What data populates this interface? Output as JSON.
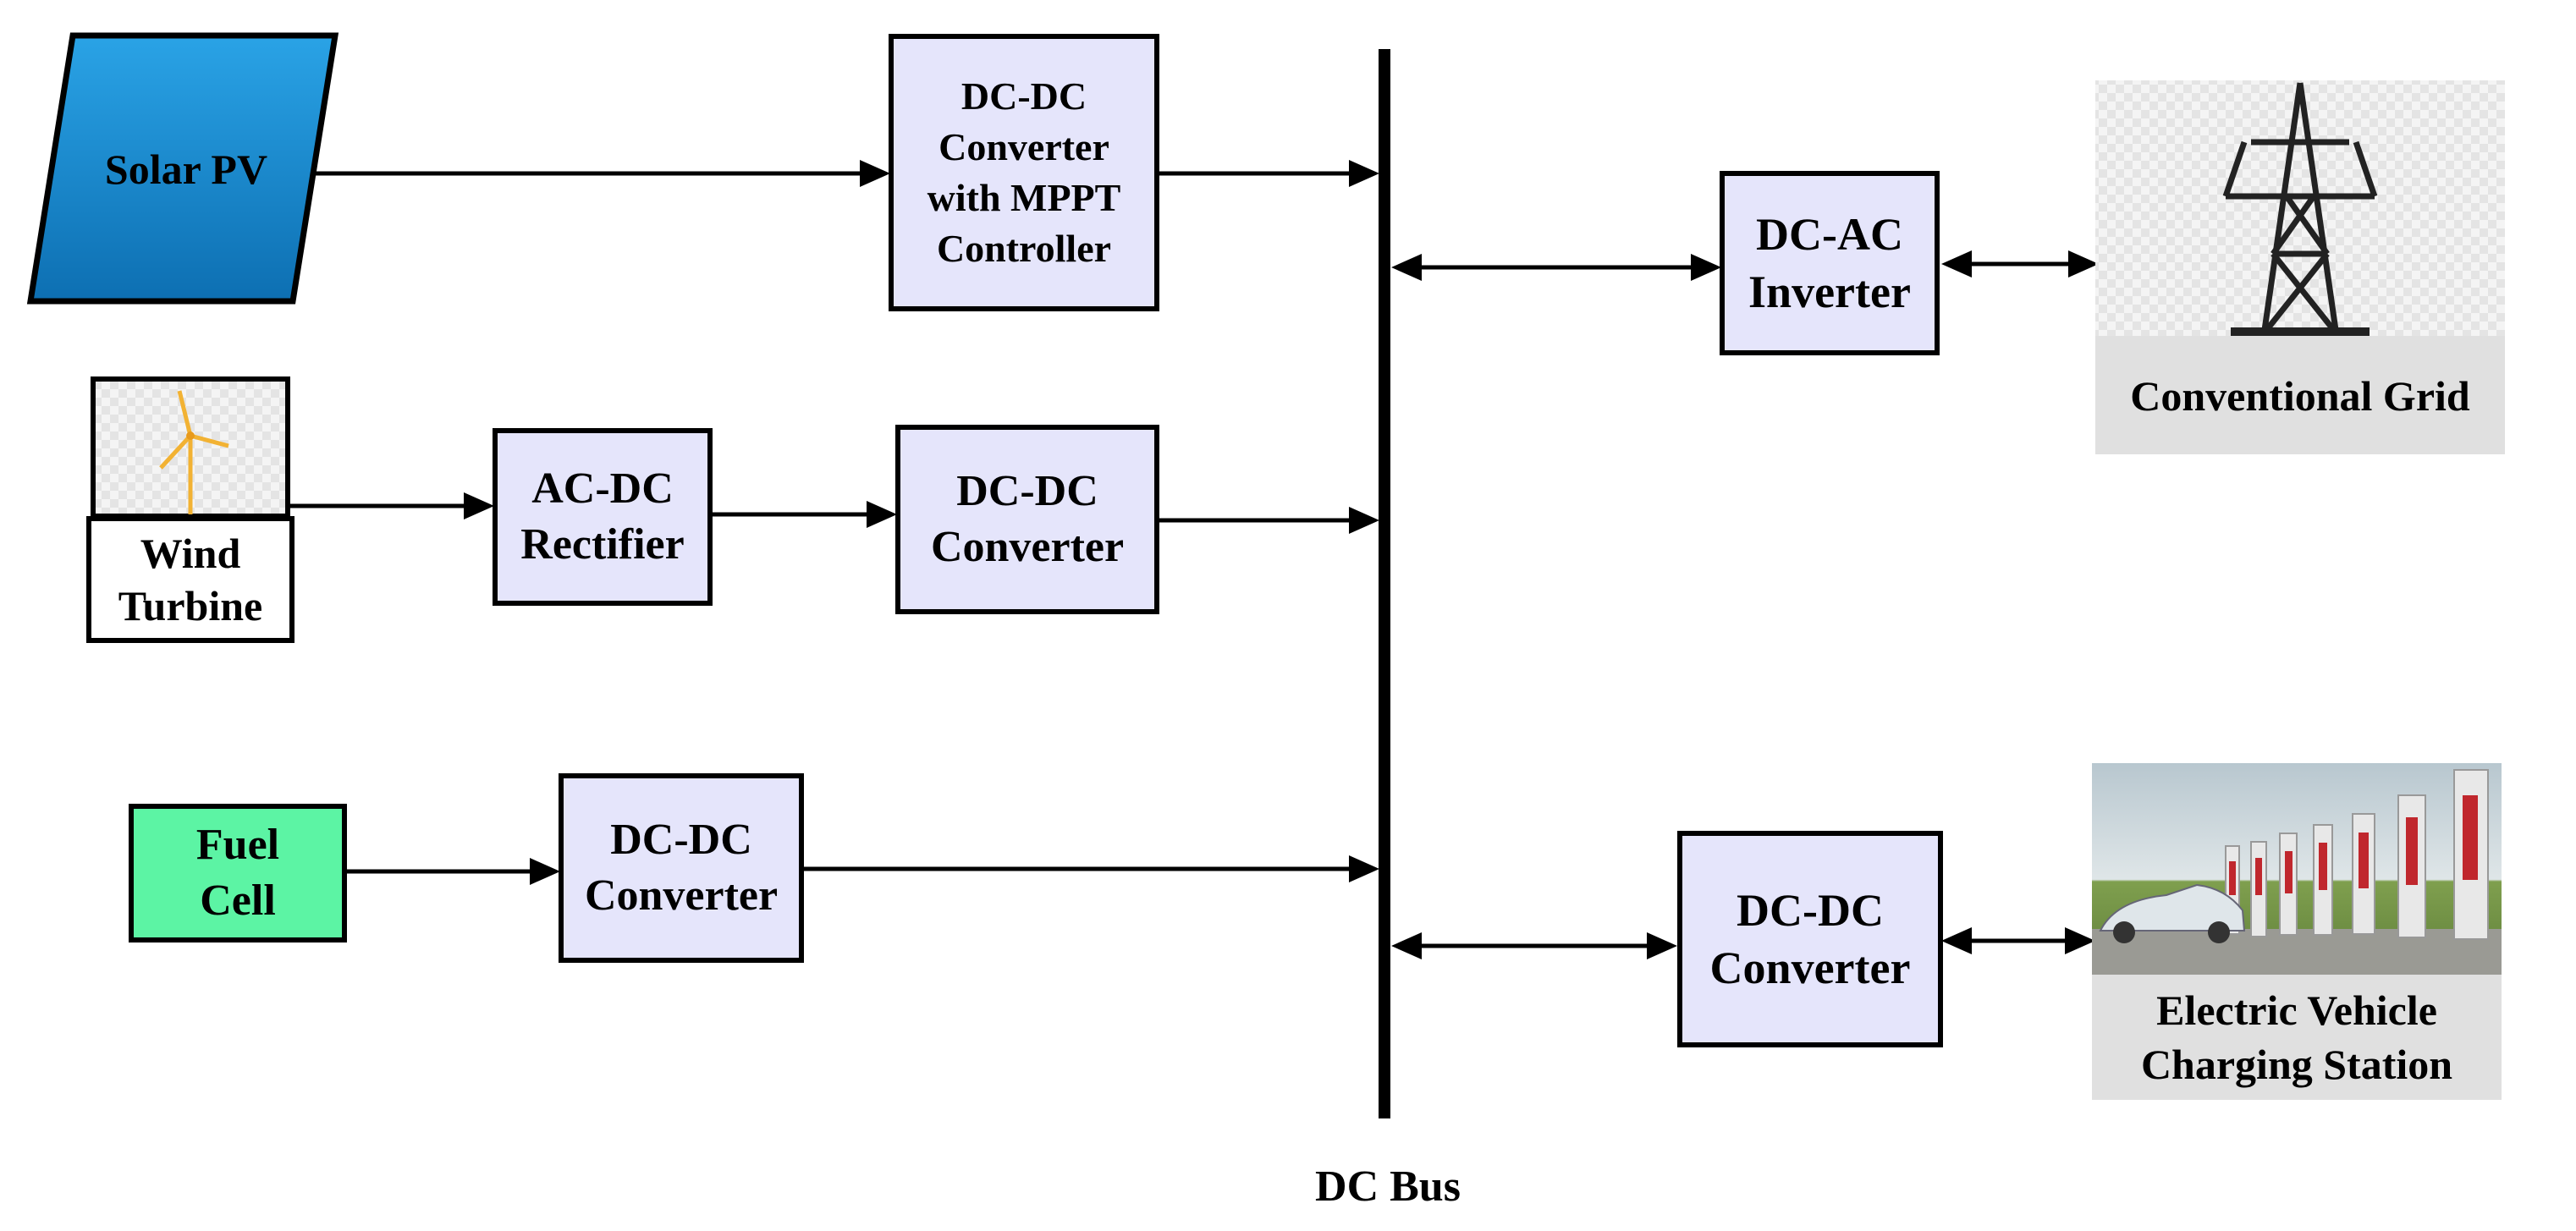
{
  "sources": {
    "solar": "Solar PV",
    "wind": "Wind\nTurbine",
    "fuel": "Fuel\nCell"
  },
  "converters": {
    "mppt": "DC-DC\nConverter\nwith MPPT\nController",
    "rectifier": "AC-DC\nRectifier",
    "dcdc_wind": "DC-DC\nConverter",
    "dcdc_fuel": "DC-DC\nConverter",
    "inverter": "DC-AC\nInverter",
    "dcdc_ev": "DC-DC\nConverter"
  },
  "loads": {
    "grid": "Conventional Grid",
    "ev": "Electric Vehicle\nCharging Station"
  },
  "bus": {
    "label": "DC Bus"
  },
  "colors": {
    "box_fill": "#e5e5fb",
    "solar_fill": "#1e90d6",
    "fuel_fill": "#5cf4a4",
    "caption_fill": "#e0e0e0",
    "turbine_blade": "#f2b233"
  }
}
